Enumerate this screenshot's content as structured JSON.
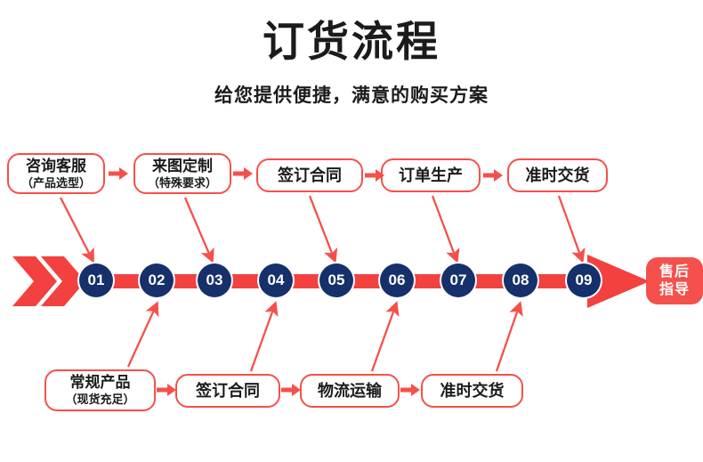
{
  "header": {
    "title": "订货流程",
    "subtitle": "给您提供便捷，满意的购买方案"
  },
  "colors": {
    "red": "#f5504b",
    "red_bar": "#f2413e",
    "navy": "#16306b",
    "text": "#1b1b1b",
    "white": "#ffffff"
  },
  "top_steps": [
    {
      "line1": "咨询客服",
      "line2": "（产品选型）"
    },
    {
      "line1": "来图定制",
      "line2": "（特殊要求）"
    },
    {
      "line1": "签订合同",
      "line2": ""
    },
    {
      "line1": "订单生产",
      "line2": ""
    },
    {
      "line1": "准时交货",
      "line2": ""
    }
  ],
  "bottom_steps": [
    {
      "line1": "常规产品",
      "line2": "（现货充足）"
    },
    {
      "line1": "签订合同",
      "line2": ""
    },
    {
      "line1": "物流运输",
      "line2": ""
    },
    {
      "line1": "准时交货",
      "line2": ""
    }
  ],
  "nodes": [
    {
      "number": "01"
    },
    {
      "number": "02"
    },
    {
      "number": "03"
    },
    {
      "number": "04"
    },
    {
      "number": "05"
    },
    {
      "number": "06"
    },
    {
      "number": "07"
    },
    {
      "number": "08"
    },
    {
      "number": "09"
    }
  ],
  "end_badge": {
    "line1": "售后",
    "line2": "指导"
  }
}
